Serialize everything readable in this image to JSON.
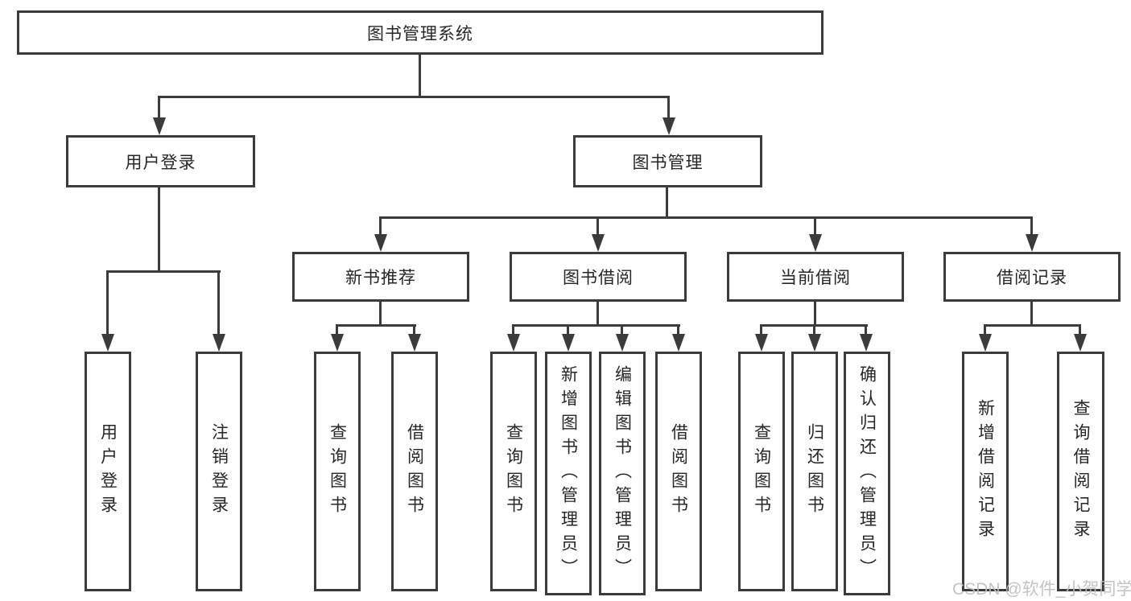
{
  "diagram": {
    "root": "图书管理系统",
    "level2": [
      "用户登录",
      "图书管理"
    ],
    "level3": [
      "新书推荐",
      "图书借阅",
      "当前借阅",
      "借阅记录"
    ],
    "leaves": {
      "user_login": [
        "用户登录",
        "注销登录"
      ],
      "new_books": [
        "查询图书",
        "借阅图书"
      ],
      "book_borrow": [
        "查询图书",
        "新增图书（管理员）",
        "编辑图书（管理员）",
        "借阅图书"
      ],
      "current_borrow": [
        "查询图书",
        "归还图书",
        "确认归还（管理员）"
      ],
      "borrow_records": [
        "新增借阅记录",
        "查询借阅记录"
      ]
    }
  },
  "watermark": "CSDN @软件_小贺同学",
  "colors": {
    "line": "#3b3b3b",
    "text": "#262626",
    "watermark": "#bebebe",
    "background": "#ffffff"
  }
}
